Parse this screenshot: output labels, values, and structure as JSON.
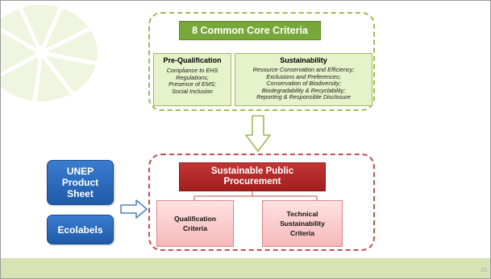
{
  "slide": {
    "page_number": "25"
  },
  "top_group": {
    "title": "8 Common Core Criteria",
    "pre_qualification": {
      "heading": "Pre-Qualification",
      "lines": [
        "Compliance to EHS",
        "Regulations;",
        "Presence of EMS;",
        "Social Inclusion"
      ]
    },
    "sustainability": {
      "heading": "Sustainability",
      "lines": [
        "Resource Conservation and Efficiency;",
        "Exclusions and Preferences;",
        "Conservation of Biodiversity;",
        "Biodegradability & Recyclability;",
        "Reporting & Responsible Disclosure"
      ]
    }
  },
  "bottom_group": {
    "title_line1": "Sustainable Public",
    "title_line2": "Procurement",
    "qualification": {
      "line1": "Qualification",
      "line2": "Criteria"
    },
    "technical": {
      "line1": "Technical",
      "line2": "Sustainability",
      "line3": "Criteria"
    }
  },
  "left_inputs": {
    "unep": {
      "line1": "UNEP",
      "line2": "Product",
      "line3": "Sheet"
    },
    "ecolabels": "Ecolabels"
  },
  "colors": {
    "green_border": "#9bbb59",
    "green_title": "#78a83a",
    "green_fill": "#e6f2c9",
    "red_border": "#c0504d",
    "red_title": "#b02828",
    "pink_fill": "#f6b8b8",
    "blue_button": "#2a6bbf",
    "footer_band": "#d8e3b4"
  },
  "icons": [
    "leaf-decoration-icon",
    "down-arrow-icon",
    "right-arrow-icon"
  ]
}
